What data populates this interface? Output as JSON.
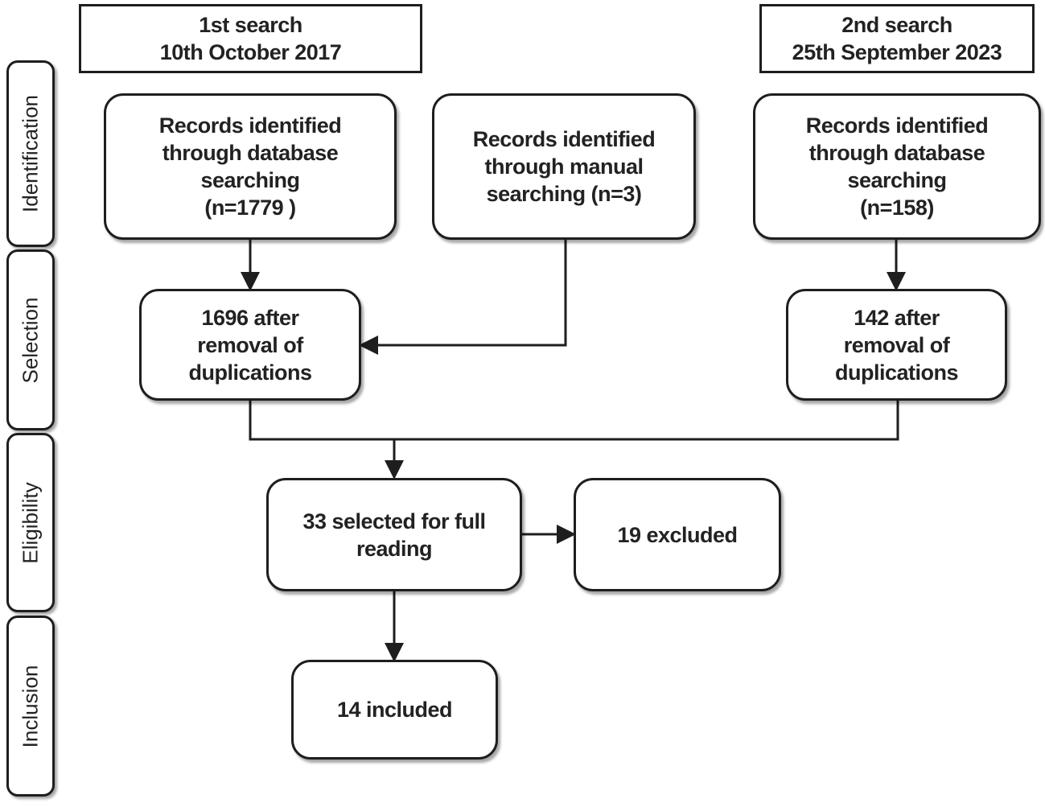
{
  "headers": {
    "first_search": [
      "1st search",
      "10th October 2017"
    ],
    "second_search": [
      "2nd search",
      "25th September 2023"
    ]
  },
  "stages": {
    "identification": "Identification",
    "selection": "Selection",
    "eligibility": "Eligibility",
    "inclusion": "Inclusion"
  },
  "boxes": {
    "db_records_2017": [
      "Records identified",
      "through database",
      "searching",
      "(n=1779 )"
    ],
    "manual_records": [
      "Records identified",
      "through manual",
      "searching (n=3)"
    ],
    "db_records_2023": [
      "Records identified",
      "through database",
      "searching",
      "(n=158)"
    ],
    "dedup_2017": [
      "1696 after",
      "removal of",
      "duplications"
    ],
    "dedup_2023": [
      "142 after",
      "removal of",
      "duplications"
    ],
    "full_reading": [
      "33 selected for full",
      "reading"
    ],
    "excluded": [
      "19 excluded"
    ],
    "included": [
      "14 included"
    ]
  },
  "colors": {
    "line": "#1e1e1e",
    "border": "#1e1e1e",
    "text": "#222222"
  }
}
